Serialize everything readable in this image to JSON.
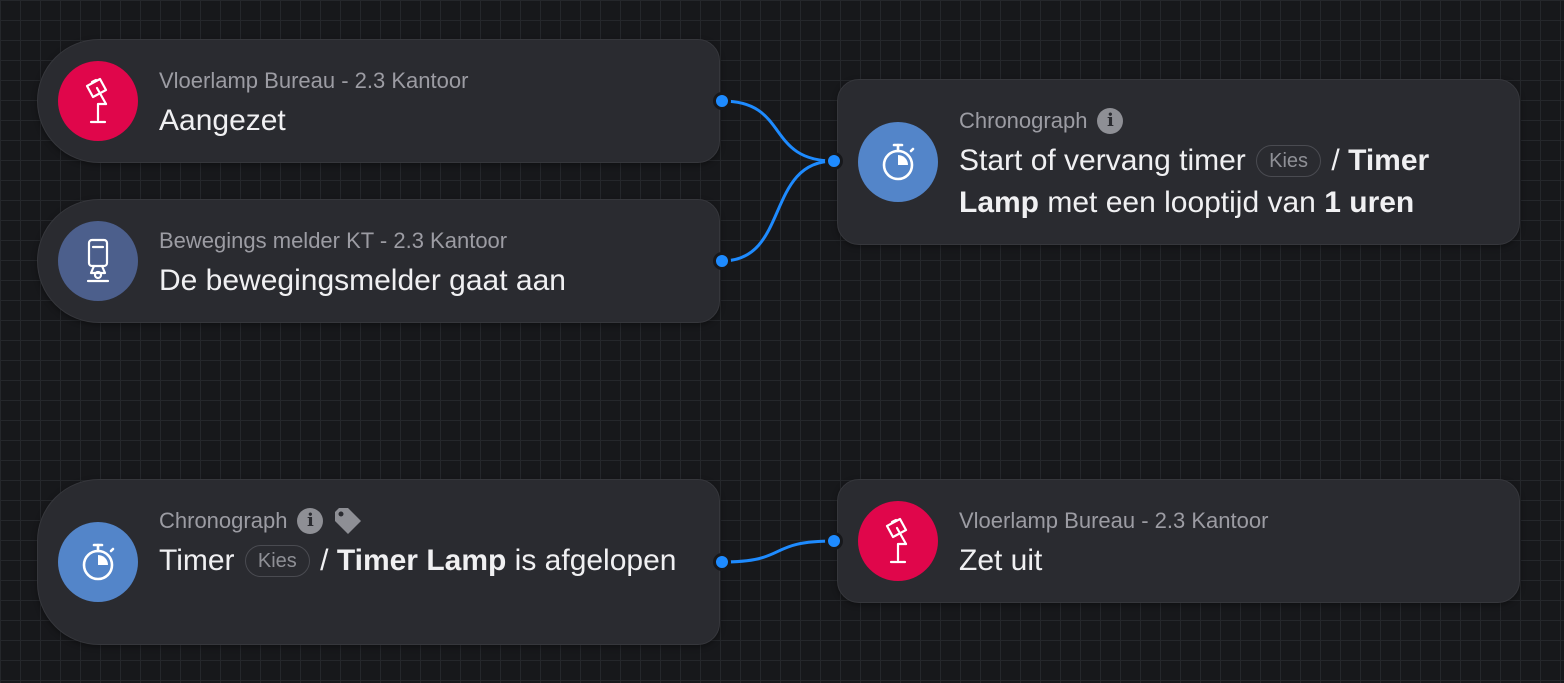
{
  "colors": {
    "background": "#17181b",
    "card": "#2a2b30",
    "wire": "#1e8bff",
    "device_red": "#e0064b",
    "device_slate": "#4c5f8c",
    "chronograph_blue": "#5385c9"
  },
  "nodes": {
    "trigger_lamp": {
      "icon": "floor-lamp-icon",
      "subtitle": "Vloerlamp Bureau - 2.3 Kantoor",
      "title": "Aangezet"
    },
    "trigger_motion": {
      "icon": "motion-sensor-icon",
      "subtitle": "Bewegings melder KT - 2.3 Kantoor",
      "title": "De bewegingsmelder gaat aan"
    },
    "action_timer": {
      "icon": "stopwatch-icon",
      "subtitle": "Chronograph",
      "text_start": "Start of vervang timer",
      "pill": "Kies",
      "separator": "/",
      "timer_name": "Timer Lamp",
      "text_mid": "met een looptijd van",
      "duration": "1",
      "unit": "uren"
    },
    "trigger_timer": {
      "icon": "stopwatch-icon",
      "subtitle": "Chronograph",
      "text_start": "Timer",
      "pill": "Kies",
      "separator": "/",
      "timer_name": "Timer Lamp",
      "text_end": "is afgelopen"
    },
    "action_lamp": {
      "icon": "floor-lamp-icon",
      "subtitle": "Vloerlamp Bureau - 2.3 Kantoor",
      "title": "Zet uit"
    }
  }
}
